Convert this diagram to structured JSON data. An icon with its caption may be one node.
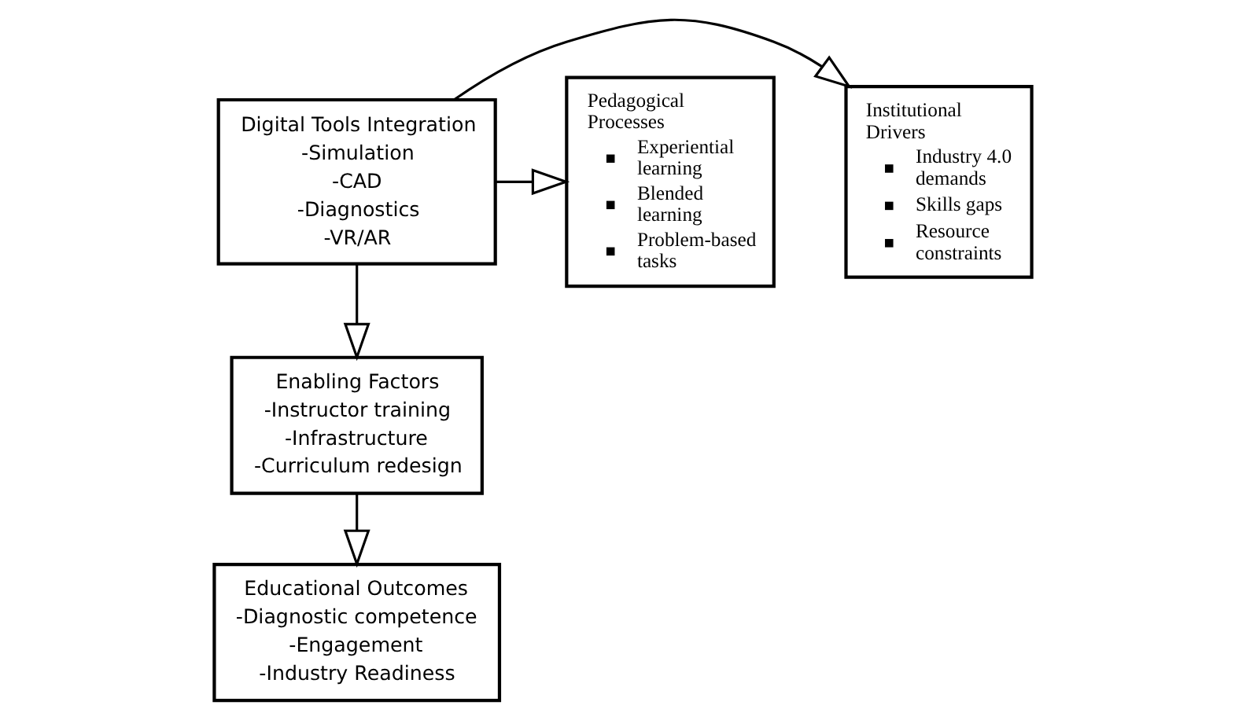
{
  "diagram": {
    "nodes": [
      {
        "text": [
          "Institutional Drivers",
          "Industry 4.0 demands",
          "Skills gaps",
          "Resource constraints"
        ]
      },
      {
        "text": [
          "Digital Tools Integration",
          "-Simulation",
          "-CAD",
          "-Diagnostics",
          "-VR/AR"
        ]
      },
      {
        "text": [
          "Pedagogical Processes",
          "Experiential learning",
          "Blended learning",
          "Problem-based tasks"
        ]
      },
      {
        "text": [
          "Enabling Factors",
          "-Instructor training",
          "-Infrastructure",
          "-Curriculum redesign"
        ]
      },
      {
        "text": [
          "Educational Outcomes",
          "-Diagnostic competence",
          "-Engagement",
          "-Industry Readiness"
        ]
      }
    ],
    "edges": [
      {
        "from": 1,
        "to": 0,
        "arrow": "to"
      },
      {
        "from": 1,
        "to": 2,
        "arrow": "to"
      },
      {
        "from": 1,
        "to": 3,
        "arrow": "to"
      },
      {
        "from": 3,
        "to": 4,
        "arrow": "to"
      }
    ]
  }
}
